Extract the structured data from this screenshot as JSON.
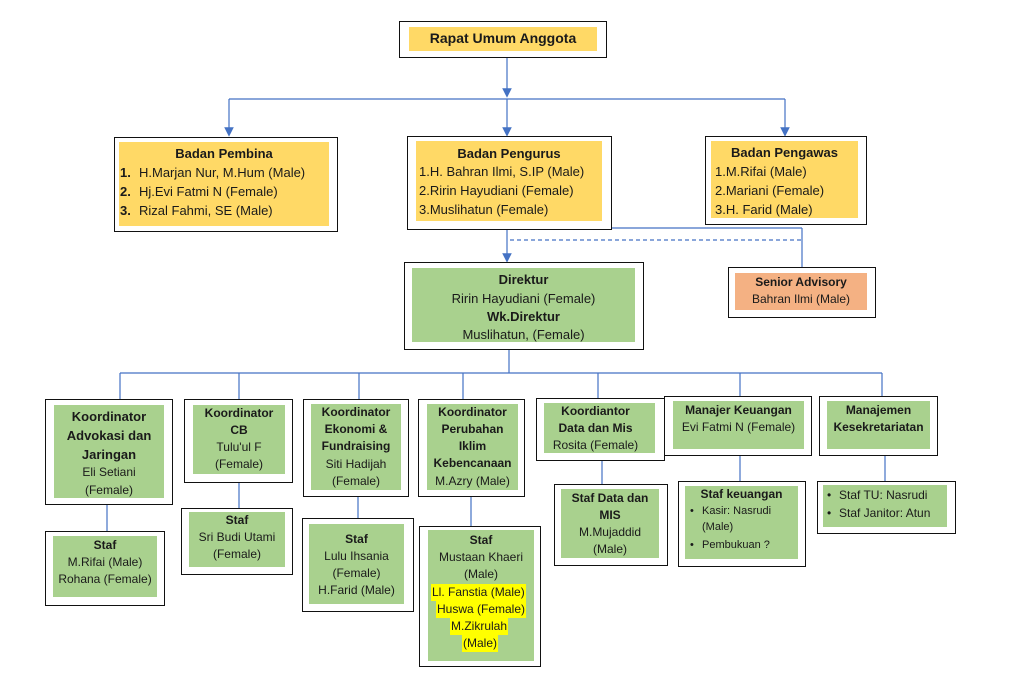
{
  "top": {
    "title": "Rapat Umum Anggota"
  },
  "badan_pembina": {
    "title": "Badan Pembina",
    "items": [
      {
        "num": "1.",
        "text": "H.Marjan Nur, M.Hum (Male)"
      },
      {
        "num": "2.",
        "text": "Hj.Evi Fatmi N (Female)"
      },
      {
        "num": "3.",
        "text": "Rizal Fahmi, SE (Male)"
      }
    ]
  },
  "badan_pengurus": {
    "title": "Badan Pengurus",
    "items": [
      "1.H. Bahran Ilmi, S.IP (Male)",
      "2.Ririn Hayudiani (Female)",
      "3.Muslihatun (Female)"
    ]
  },
  "badan_pengawas": {
    "title": "Badan Pengawas",
    "items": [
      "1.M.Rifai (Male)",
      "2.Mariani (Female)",
      "3.H. Farid (Male)"
    ]
  },
  "senior_advisory": {
    "title": "Senior Advisory",
    "name": "Bahran Ilmi  (Male)"
  },
  "direktur": {
    "title": "Direktur",
    "name": "Ririn Hayudiani (Female)",
    "wk_title": "Wk.Direktur",
    "wk_name": "Muslihatun, (Female)"
  },
  "coordinators": [
    {
      "title_lines": [
        "Koordinator",
        "Advokasi dan",
        "Jaringan"
      ],
      "person_lines": [
        "Eli Setiani",
        "(Female)"
      ]
    },
    {
      "title_lines": [
        "Koordinator",
        "CB"
      ],
      "person_lines": [
        "Tulu'ul F",
        "(Female)"
      ]
    },
    {
      "title_lines": [
        "Koordinator",
        "Ekonomi &",
        "Fundraising"
      ],
      "person_lines": [
        "Siti Hadijah",
        "(Female)"
      ]
    },
    {
      "title_lines": [
        "Koordinator",
        "Perubahan",
        "Iklim",
        "Kebencanaan"
      ],
      "person_lines": [
        "M.Azry (Male)"
      ]
    },
    {
      "title_lines": [
        "Koordiantor",
        "Data dan Mis"
      ],
      "person_lines": [
        "Rosita (Female)"
      ]
    },
    {
      "title_lines": [
        "Manajer Keuangan"
      ],
      "person_lines": [
        "Evi Fatmi N (Female)"
      ]
    },
    {
      "title_lines": [
        "Manajemen",
        "Kesekretariatan"
      ],
      "person_lines": []
    }
  ],
  "staff": [
    {
      "title": "Staf",
      "lines": [
        "M.Rifai (Male)",
        "Rohana (Female)"
      ]
    },
    {
      "title": "Staf",
      "lines": [
        "Sri Budi Utami",
        "(Female)"
      ]
    },
    {
      "title": "Staf",
      "lines": [
        "Lulu Ihsania",
        "(Female)",
        "H.Farid (Male)"
      ]
    },
    {
      "title": "Staf",
      "lines": [
        "Mustaan Khaeri",
        "(Male)"
      ],
      "highlight_lines": [
        "Ll. Fanstia (Male)",
        "Huswa (Female)",
        "M.Zikrulah",
        "(Male)"
      ]
    },
    {
      "title_lines": [
        "Staf Data dan",
        "MIS"
      ],
      "lines": [
        "M.Mujaddid",
        "(Male)"
      ]
    },
    {
      "title": "Staf keuangan",
      "bullets": [
        "Kasir: Nasrudi",
        "(Male)",
        "Pembukuan ?"
      ]
    },
    {
      "bullets": [
        "Staf TU: Nasrudi",
        "Staf Janitor: Atun"
      ]
    }
  ],
  "colors": {
    "yellow": "#ffd966",
    "green": "#a9d18e",
    "salmon": "#f4b183",
    "highlight": "#ffff00",
    "connector": "#4472c4"
  }
}
